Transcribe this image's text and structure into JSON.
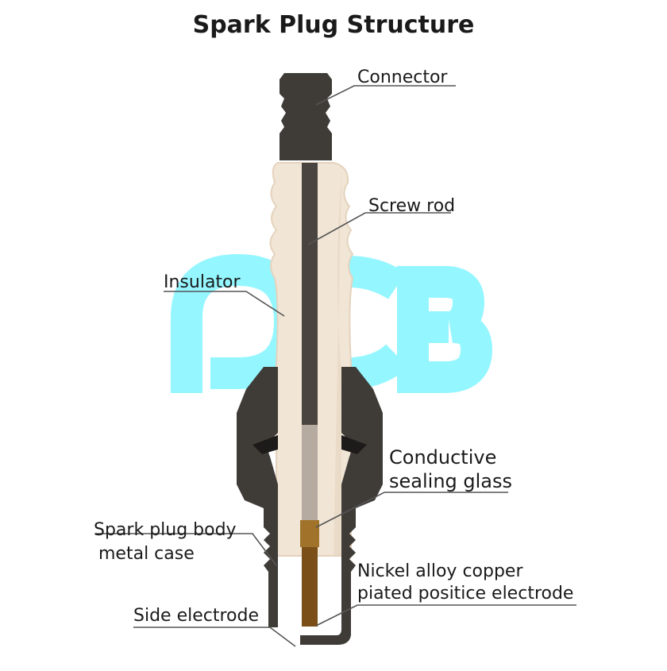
{
  "title": "Spark Plug Structure",
  "watermark": {
    "text": "PCB",
    "color": "#8ff6ff"
  },
  "colors": {
    "metal": "#3f3c38",
    "metal_dark": "#2b2926",
    "insulator": "#f1e5d5",
    "insulator_shade": "#e4d3be",
    "rod": "#4a4440",
    "glass": "#a0722a",
    "leader": "#555555"
  },
  "labels": {
    "connector": [
      "Connector"
    ],
    "screw_rod": [
      "Screw rod"
    ],
    "insulator": [
      "Insulator"
    ],
    "sealing_glass": [
      "Conductive",
      "sealing glass"
    ],
    "metal_case": [
      "Spark plug body",
      "metal case"
    ],
    "electrode": [
      "Nickel alloy copper",
      "piated positice electrode"
    ],
    "side_electrode": [
      "Side electrode"
    ]
  }
}
